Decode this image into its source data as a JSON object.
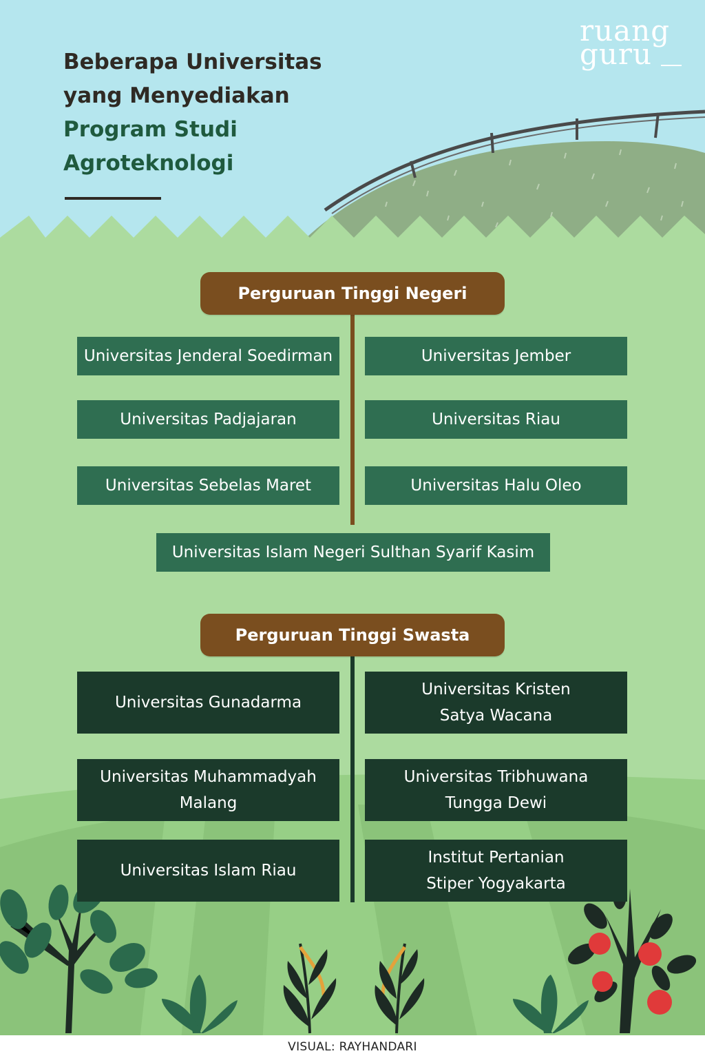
{
  "title": {
    "line1": "Beberapa Universitas",
    "line2": "yang Menyediakan",
    "line3": "Program Studi",
    "line4": "Agroteknologi"
  },
  "logo": {
    "line1": "ruang",
    "line2": "guru"
  },
  "public": {
    "header": "Perguruan Tinggi Negeri",
    "items": [
      "Universitas Jenderal Soedirman",
      "Universitas Jember",
      "Universitas Padjajaran",
      "Universitas Riau",
      "Universitas Sebelas Maret",
      "Universitas Halu Oleo",
      "Universitas Islam Negeri Sulthan Syarif Kasim"
    ]
  },
  "private": {
    "header": "Perguruan Tinggi Swasta",
    "items": [
      {
        "l1": "Universitas Gunadarma",
        "l2": ""
      },
      {
        "l1": "Universitas Kristen",
        "l2": "Satya Wacana"
      },
      {
        "l1": "Universitas Muhammadyah",
        "l2": "Malang"
      },
      {
        "l1": "Universitas Tribhuwana",
        "l2": "Tungga Dewi"
      },
      {
        "l1": "Universitas Islam Riau",
        "l2": ""
      },
      {
        "l1": "Institut Pertanian",
        "l2": "Stiper Yogyakarta"
      }
    ]
  },
  "credit": "VISUAL: RAYHANDARI",
  "colors": {
    "sky": "#b5e6ee",
    "grass": "#acdb9f",
    "header_brown": "#7a4e1f",
    "public_box": "#2f6e51",
    "private_box": "#1b3a2b",
    "title_green": "#1f5a3e"
  }
}
